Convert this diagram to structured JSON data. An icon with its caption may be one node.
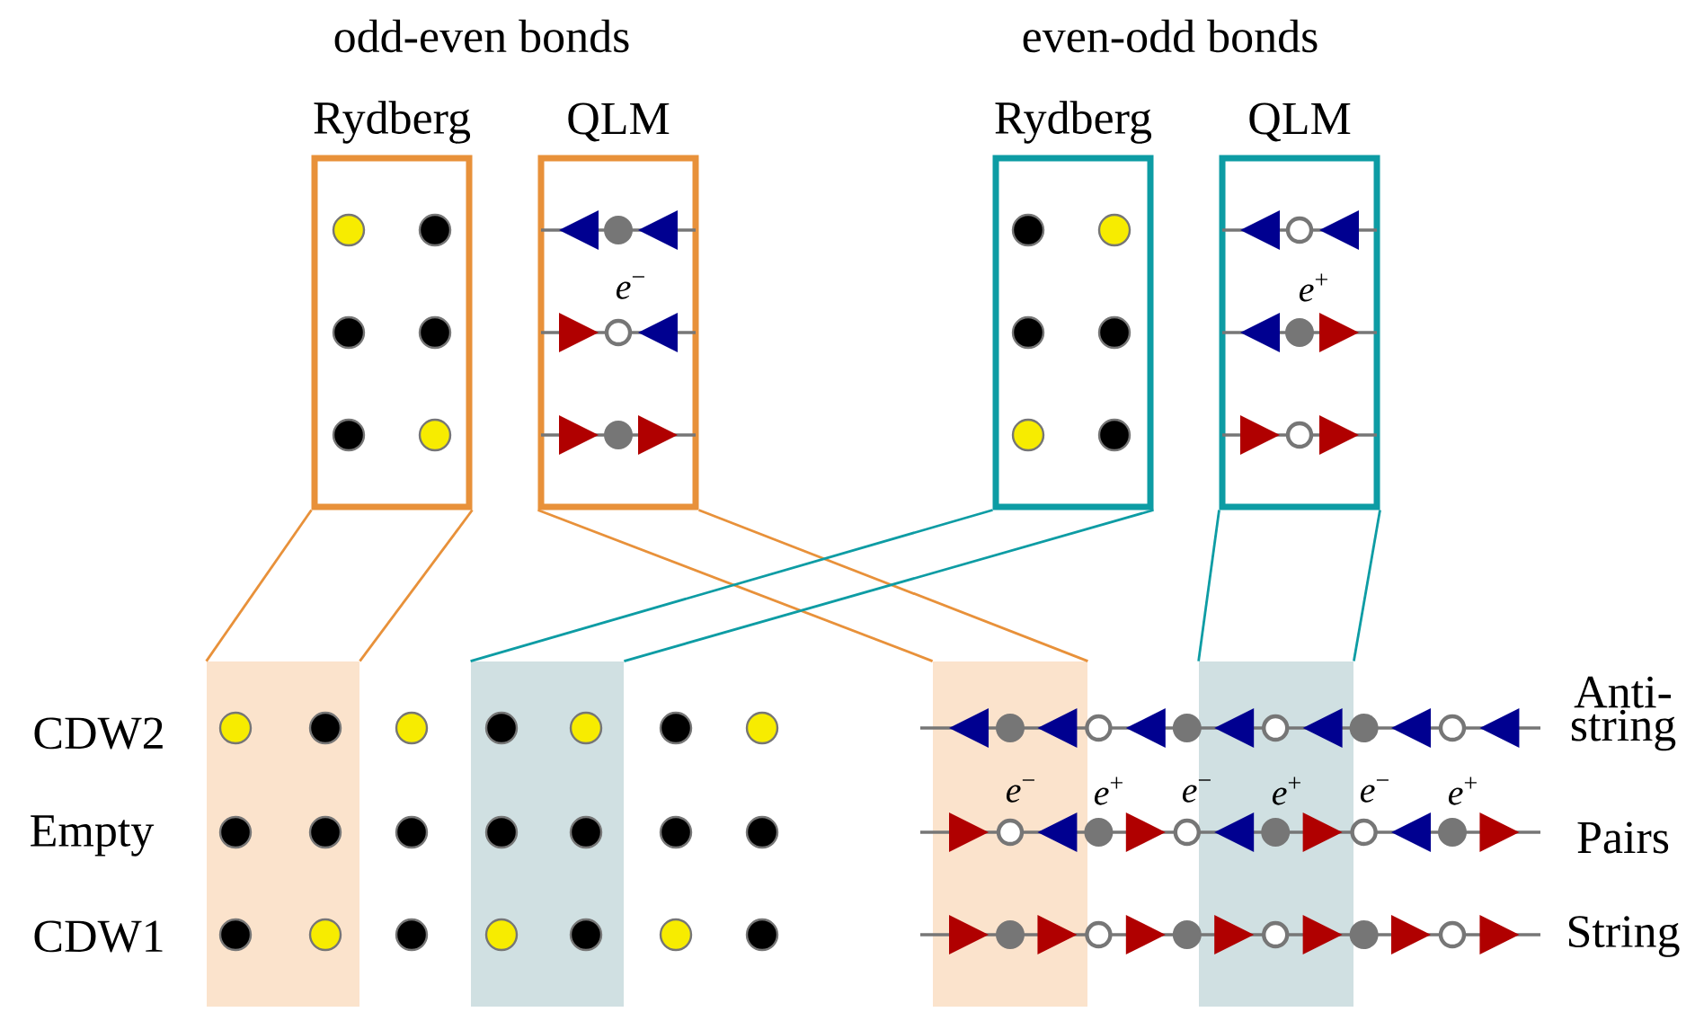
{
  "diagram": {
    "nodes": [
      {
        "text": [
          "Rydberg"
        ]
      },
      {
        "text": [
          "QLM",
          "*e*$^{−}$"
        ]
      },
      {
        "text": [
          "Rydberg"
        ]
      },
      {
        "text": [
          "QLM",
          "*e*$^{+}$"
        ]
      },
      {
        "text": [],
        "shape": "box"
      },
      {
        "text": [],
        "shape": "box"
      },
      {
        "text": [],
        "shape": "box"
      },
      {
        "text": [],
        "shape": "box"
      }
    ],
    "edges": [
      {
        "from": 0,
        "to": 4,
        "arrow": "none",
        "color": "#e8913a"
      },
      {
        "from": 0,
        "to": 4,
        "arrow": "none",
        "color": "#e8913a"
      },
      {
        "from": 1,
        "to": 6,
        "arrow": "none",
        "color": "#e8913a"
      },
      {
        "from": 1,
        "to": 6,
        "arrow": "none",
        "color": "#e8913a"
      },
      {
        "from": 2,
        "to": 5,
        "arrow": "none",
        "color": "#0d9ca4"
      },
      {
        "from": 2,
        "to": 5,
        "arrow": "none",
        "color": "#0d9ca4"
      },
      {
        "from": 3,
        "to": 7,
        "arrow": "none",
        "color": "#0d9ca4"
      },
      {
        "from": 3,
        "to": 7,
        "arrow": "none",
        "color": "#0d9ca4"
      }
    ],
    "labels": [
      "odd-even bonds",
      "even-odd bonds",
      "CDW2",
      "Anti- string",
      "*e*$^{−}$",
      "*e*$^{+}$",
      "*e*$^{−}$",
      "*e*$^{+}$",
      "*e*$^{−}$",
      "*e*$^{+}$",
      "Empty",
      "Pairs",
      "CDW1",
      "String"
    ]
  }
}
